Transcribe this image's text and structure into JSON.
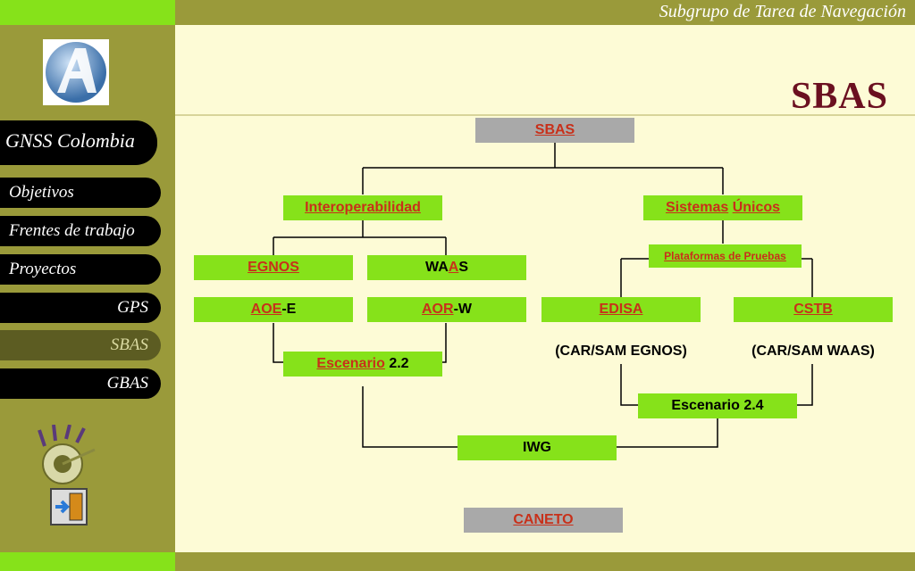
{
  "header": {
    "title": "Subgrupo de Tarea de Navegación"
  },
  "page": {
    "title": "SBAS"
  },
  "sidebar": {
    "brand": "GNSS Colombia",
    "items": [
      {
        "label": "Objetivos"
      },
      {
        "label": "Frentes de trabajo"
      },
      {
        "label": "Proyectos"
      },
      {
        "label": "GPS"
      },
      {
        "label": "SBAS",
        "active": true
      },
      {
        "label": "GBAS"
      }
    ]
  },
  "diagram": {
    "sbas": "SBAS",
    "interop": "Interoperabilidad",
    "sistemas_a": "Sistemas",
    "sistemas_b": "Únicos",
    "plataformas": "Plataformas de Pruebas",
    "egnos": "EGNOS",
    "waas_a": "WA",
    "waas_b": "A",
    "waas_c": "S",
    "aoe_a": "AOE",
    "aoe_b": "-E",
    "aor_a": "AOR",
    "aor_b": "-W",
    "edisa": "EDISA",
    "cstb": "CSTB",
    "car_egnos": "(CAR/SAM EGNOS)",
    "car_waas": "(CAR/SAM WAAS)",
    "esc22_a": "Escenario",
    "esc22_b": " 2.2",
    "esc24": "Escenario 2.4",
    "iwg": "IWG",
    "caneto": "CANETO"
  },
  "colors": {
    "box_green": "#86e21a",
    "box_gray": "#a9a9a9",
    "link": "#c8301a",
    "title": "#6b1020",
    "sidebar": "#9a9a3a"
  }
}
